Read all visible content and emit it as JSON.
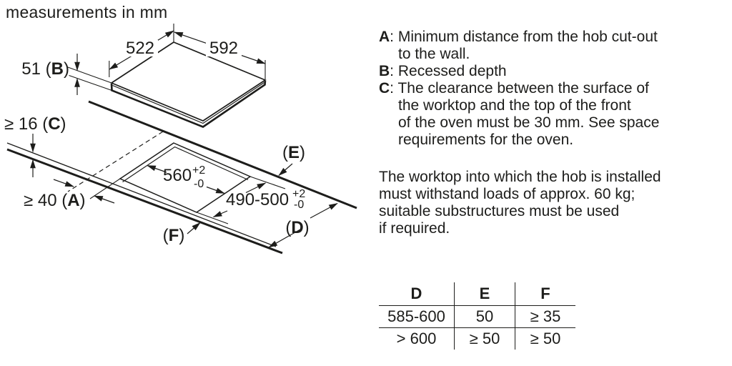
{
  "title_note": "measurements in mm",
  "colors": {
    "ink": "#1d1d1b",
    "background": "#ffffff"
  },
  "diagram": {
    "hob_width": "592",
    "hob_depth": "522",
    "recess": {
      "prefix": "51 (",
      "letter": "B",
      "suffix": ")"
    },
    "thickness": {
      "prefix": "≥ 16 (",
      "letter": "C",
      "suffix": ")"
    },
    "wall_distance": {
      "prefix": "≥ 40 (",
      "letter": "A",
      "suffix": ")"
    },
    "cutout_width": {
      "value": "560",
      "tol_plus": "+2",
      "tol_minus": "-0"
    },
    "cutout_depth": {
      "value": "490-500",
      "tol_plus": "+2",
      "tol_minus": "-0"
    },
    "label_e": {
      "prefix": "(",
      "letter": "E",
      "suffix": ")"
    },
    "label_d": {
      "prefix": "(",
      "letter": "D",
      "suffix": ")"
    },
    "label_f": {
      "prefix": "(",
      "letter": "F",
      "suffix": ")"
    }
  },
  "legend": {
    "items": [
      {
        "letter": "A",
        "sep": ": ",
        "lines": [
          "Minimum distance from the hob cut-out",
          "to the wall."
        ]
      },
      {
        "letter": "B",
        "sep": ": ",
        "lines": [
          "Recessed depth"
        ]
      },
      {
        "letter": "C",
        "sep": ": ",
        "lines": [
          "The clearance between the surface of",
          "the worktop and the top of the front",
          "of the oven must be 30 mm. See space",
          "requirements for the oven."
        ]
      }
    ]
  },
  "note_paragraph": {
    "lines": [
      "The worktop into which the hob is installed",
      "must withstand loads of approx. 60 kg;",
      "suitable substructures must be used",
      "if required."
    ]
  },
  "table": {
    "headers": [
      "D",
      "E",
      "F"
    ],
    "rows": [
      [
        "585-600",
        "50",
        "≥ 35"
      ],
      [
        "> 600",
        "≥ 50",
        "≥ 50"
      ]
    ]
  }
}
